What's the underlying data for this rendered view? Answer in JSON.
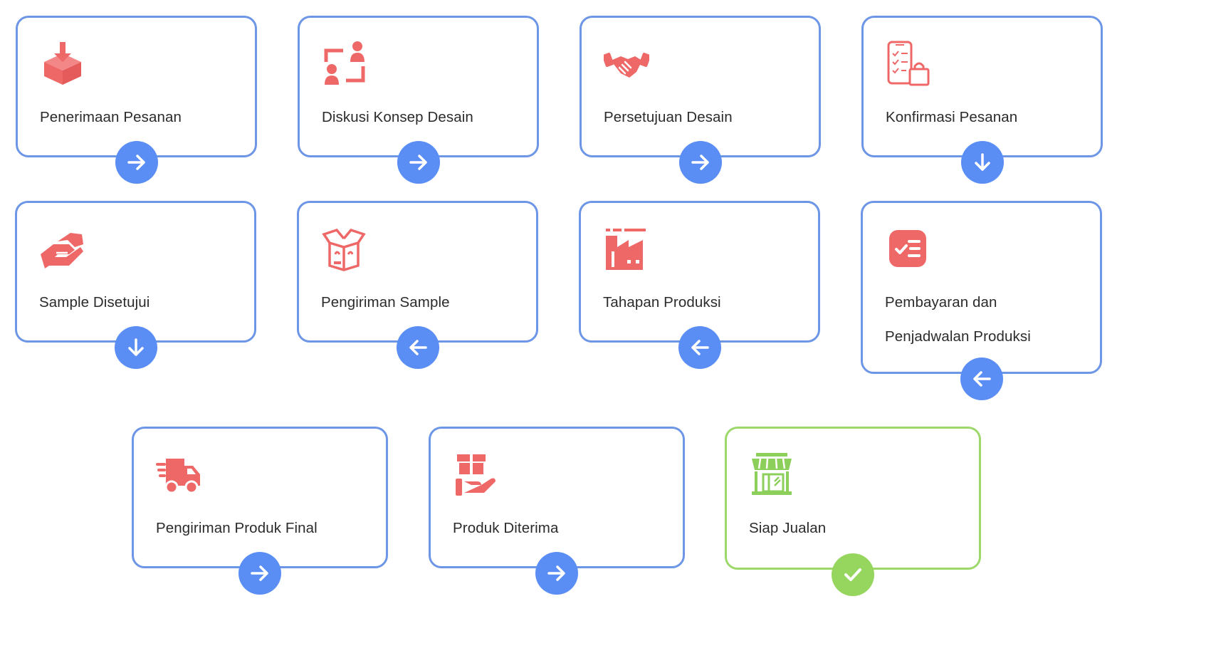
{
  "colors": {
    "border_blue": "#6d96e6",
    "border_green": "#9dd86a",
    "button_blue": "#5b8ef5",
    "button_green": "#97d65e",
    "icon_red": "#ef6868",
    "icon_green": "#8ccf5a"
  },
  "steps": [
    {
      "label": "Penerimaan Pesanan",
      "icon": "inbox-download-icon",
      "next": "arrow-right"
    },
    {
      "label": "Diskusi Konsep Desain",
      "icon": "people-exchange-icon",
      "next": "arrow-right"
    },
    {
      "label": "Persetujuan Desain",
      "icon": "handshake-icon",
      "next": "arrow-right"
    },
    {
      "label": "Konfirmasi Pesanan",
      "icon": "phone-checklist-bag-icon",
      "next": "arrow-down"
    },
    {
      "label": "Sample Disetujui",
      "icon": "hand-exchange-icon",
      "next": "arrow-down"
    },
    {
      "label": "Pengiriman Sample",
      "icon": "open-box-icon",
      "next": "arrow-left"
    },
    {
      "label": "Tahapan Produksi",
      "icon": "factory-icon",
      "next": "arrow-left"
    },
    {
      "label": "Pembayaran dan Penjadwalan Produksi",
      "icon": "checklist-icon",
      "next": "arrow-left"
    },
    {
      "label": "Pengiriman Produk Final",
      "icon": "delivery-truck-icon",
      "next": "arrow-right"
    },
    {
      "label": "Produk Diterima",
      "icon": "hand-box-icon",
      "next": "arrow-right"
    },
    {
      "label": "Siap Jualan",
      "icon": "store-icon",
      "next": "check"
    }
  ]
}
